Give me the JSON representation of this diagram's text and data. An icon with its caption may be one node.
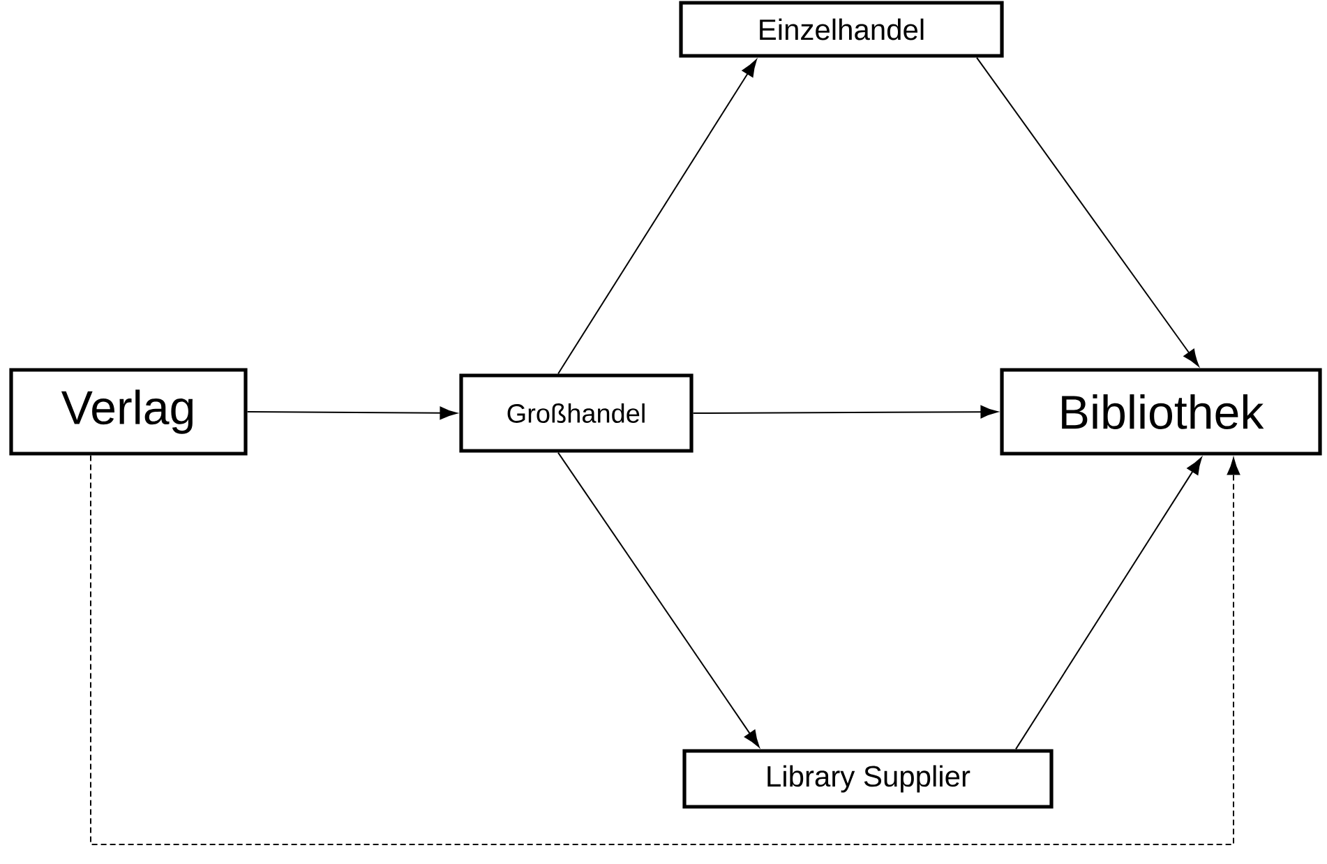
{
  "diagram": {
    "nodes": [
      {
        "text": [
          "Verlag"
        ]
      },
      {
        "text": [
          "Großhandel"
        ]
      },
      {
        "text": [
          "Einzelhandel"
        ]
      },
      {
        "text": [
          "Bibliothek"
        ]
      },
      {
        "text": [
          "Library Supplier"
        ]
      }
    ],
    "edges": [
      {
        "from": 0,
        "to": 1,
        "arrow": "to"
      },
      {
        "from": 1,
        "to": 2,
        "arrow": "to"
      },
      {
        "from": 1,
        "to": 3,
        "arrow": "to"
      },
      {
        "from": 1,
        "to": 4,
        "arrow": "to"
      },
      {
        "from": 2,
        "to": 3,
        "arrow": "to"
      },
      {
        "from": 4,
        "to": 3,
        "arrow": "to"
      },
      {
        "from": 0,
        "to": 3,
        "arrow": "to",
        "style": "dashed"
      }
    ]
  }
}
